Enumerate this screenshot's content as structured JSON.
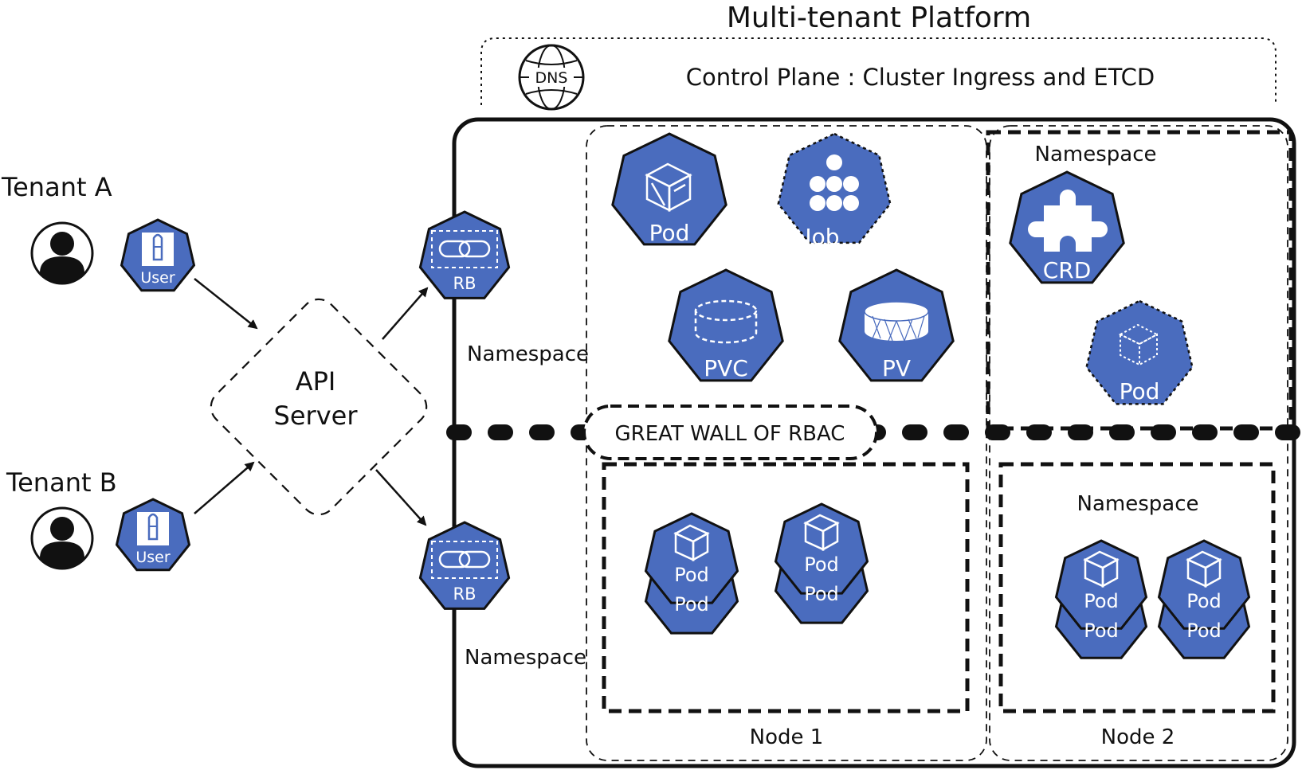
{
  "title": "Multi-tenant Platform",
  "control_plane": {
    "dns_label": "DNS",
    "label": "Control Plane : Cluster Ingress and ETCD"
  },
  "tenants": [
    {
      "name": "Tenant A",
      "user_label": "User"
    },
    {
      "name": "Tenant B",
      "user_label": "User"
    }
  ],
  "api_server": {
    "line1": "API",
    "line2": "Server"
  },
  "rolebindings": [
    {
      "label": "RB",
      "namespace_label": "Namespace"
    },
    {
      "label": "RB",
      "namespace_label": "Namespace"
    }
  ],
  "node1": {
    "label": "Node 1",
    "upper_resources": {
      "pod": "Pod",
      "job": "Job",
      "pvc": "PVC",
      "pv": "PV"
    },
    "lower_pods": [
      {
        "front": "Pod",
        "back": "Pod"
      },
      {
        "front": "Pod",
        "back": "Pod"
      }
    ]
  },
  "node2": {
    "label": "Node 2",
    "upper_namespace_label": "Namespace",
    "crd": "CRD",
    "pod": "Pod",
    "lower_namespace_label": "Namespace",
    "lower_pods": [
      {
        "front": "Pod",
        "back": "Pod"
      },
      {
        "front": "Pod",
        "back": "Pod"
      }
    ]
  },
  "rbac_wall": {
    "label": "GREAT WALL OF RBAC"
  },
  "colors": {
    "k8s_blue": "#4a6cbe",
    "stroke": "#111111"
  }
}
